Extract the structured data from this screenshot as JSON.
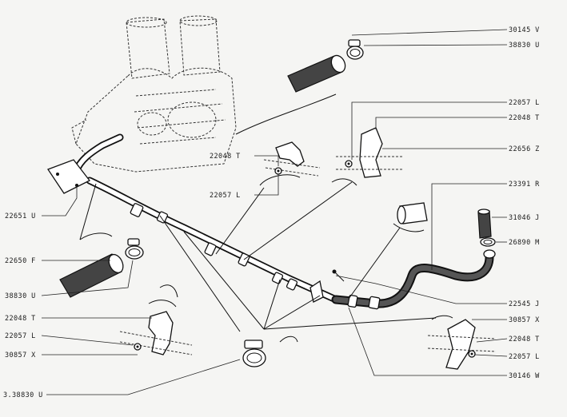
{
  "callouts": [
    {
      "code": "30145 V"
    },
    {
      "code": "38830 U"
    },
    {
      "code": "22057 L"
    },
    {
      "code": "22048 T"
    },
    {
      "code": "22656 Z"
    },
    {
      "code": "23391 R"
    },
    {
      "code": "31046 J"
    },
    {
      "code": "26890 M"
    },
    {
      "code": "22048 T"
    },
    {
      "code": "22057 L"
    },
    {
      "code": "22651 U"
    },
    {
      "code": "22650 F"
    },
    {
      "code": "38830 U"
    },
    {
      "code": "22048 T"
    },
    {
      "code": "22057 L"
    },
    {
      "code": "30857 X"
    },
    {
      "code": "3.38830 U"
    },
    {
      "code": "22545 J"
    },
    {
      "code": "30857 X"
    },
    {
      "code": "22048 T"
    },
    {
      "code": "22057 L"
    },
    {
      "code": "30146 W"
    }
  ]
}
